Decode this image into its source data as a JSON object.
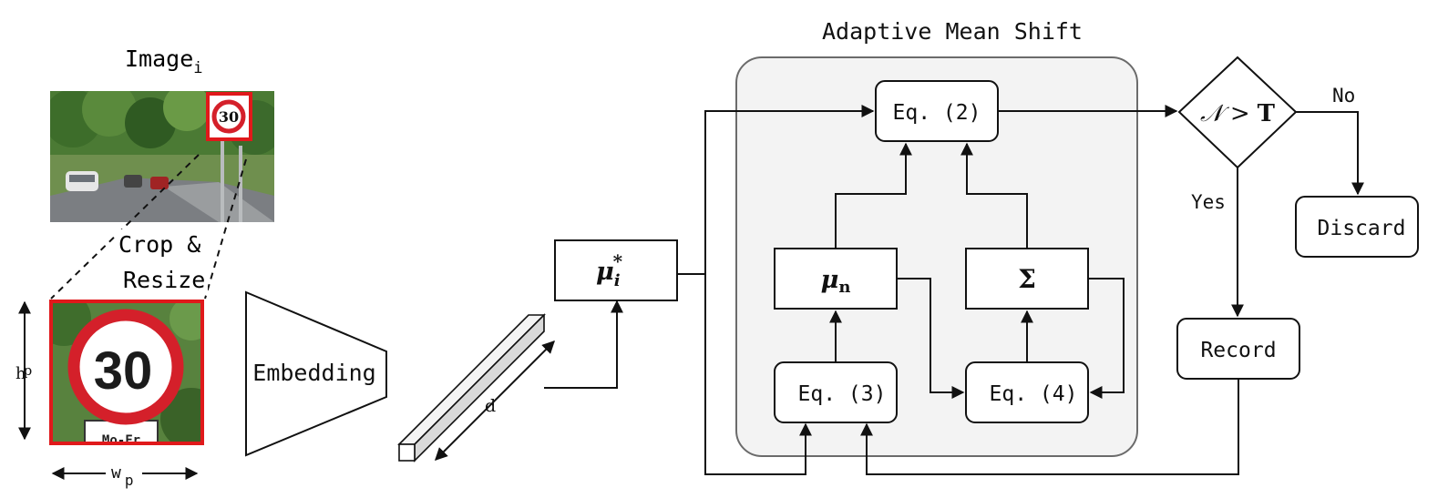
{
  "image_panel": {
    "title": "Image",
    "title_subscript": "i",
    "sign_number": "30",
    "sign_plate_text": "Mo-Fr",
    "crop_label_line1": "Crop &",
    "crop_label_line2": "Resize",
    "height_label": "h",
    "height_label_subscript": "p",
    "width_label": "w",
    "width_label_subscript": "p"
  },
  "embedding": {
    "label": "Embedding",
    "vector_dim_label": "d"
  },
  "mu_star": {
    "symbol": "μ",
    "subscript": "i",
    "superscript": "*"
  },
  "ams": {
    "title": "Adaptive Mean Shift",
    "eq2": "Eq.  (2)",
    "eq3": "Eq.  (3)",
    "eq4": "Eq.  (4)",
    "mu_n_symbol": "μ",
    "mu_n_subscript": "n",
    "sigma_symbol": "Σ"
  },
  "decision": {
    "lhs": "𝒩",
    "op": ">",
    "rhs": "T",
    "yes_label": "Yes",
    "no_label": "No"
  },
  "record": {
    "label": "Record"
  },
  "discard": {
    "label": "Discard"
  },
  "colors": {
    "stroke": "#111111",
    "crop_border": "#e0191b",
    "group_fill": "#f3f3f3",
    "group_stroke": "#6b6b6b",
    "sign_red": "#d4202a"
  }
}
